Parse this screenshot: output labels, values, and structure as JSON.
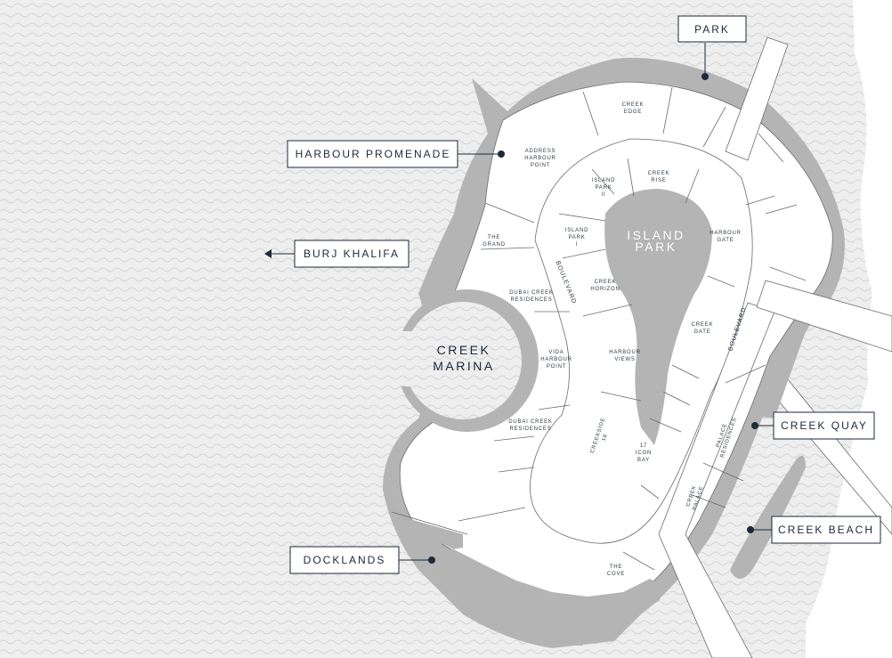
{
  "colors": {
    "water": "#eeeeee",
    "wave": "#cccccc",
    "land": "#ffffff",
    "green": "#b4b4b4",
    "road": "#ffffff",
    "line": "#6b6b6b",
    "navy": "#1c2a3a"
  },
  "callouts": {
    "park": "PARK",
    "harbour_promenade": "HARBOUR PROMENADE",
    "burj_khalifa": "BURJ KHALIFA",
    "creek_quay": "CREEK QUAY",
    "creek_beach": "CREEK BEACH",
    "docklands": "DOCKLANDS"
  },
  "places": {
    "island_park": [
      "ISLAND",
      "PARK"
    ],
    "creek_marina": [
      "CREEK",
      "MARINA"
    ]
  },
  "roads": {
    "boulevard_west": "BOULEVARD",
    "boulevard_east": "BOULEVARD"
  },
  "districts": {
    "creek_edge": [
      "CREEK",
      "EDGE"
    ],
    "address_harbour_point": [
      "ADDRESS",
      "HARBOUR",
      "POINT"
    ],
    "creek_rise": [
      "CREEK",
      "RISE"
    ],
    "island_park_ii": [
      "ISLAND",
      "PARK",
      "II"
    ],
    "island_park_i": [
      "ISLAND",
      "PARK",
      "I"
    ],
    "the_grand": [
      "THE",
      "GRAND"
    ],
    "harbour_gate": [
      "HARBOUR",
      "GATE"
    ],
    "dubai_creek_residences_north": [
      "DUBAI CREEK",
      "RESIDENCES"
    ],
    "creek_horizon": [
      "CREEK",
      "HORIZON"
    ],
    "creek_gate": [
      "CREEK",
      "GATE"
    ],
    "vida_harbour_point": [
      "VIDA",
      "HARBOUR",
      "POINT"
    ],
    "harbour_views": [
      "HARBOUR",
      "VIEWS"
    ],
    "dubai_creek_residences_south": [
      "DUBAI CREEK",
      "RESIDENCES"
    ],
    "creekside_18": [
      "CREEKSIDE",
      "18"
    ],
    "icon_bay_17": [
      "17",
      "ICON",
      "BAY"
    ],
    "palace_residences": [
      "PALACE",
      "RESIDENCES"
    ],
    "creek_palace": [
      "CREEK",
      "PALACE"
    ],
    "the_cove": [
      "THE",
      "COVE"
    ]
  }
}
